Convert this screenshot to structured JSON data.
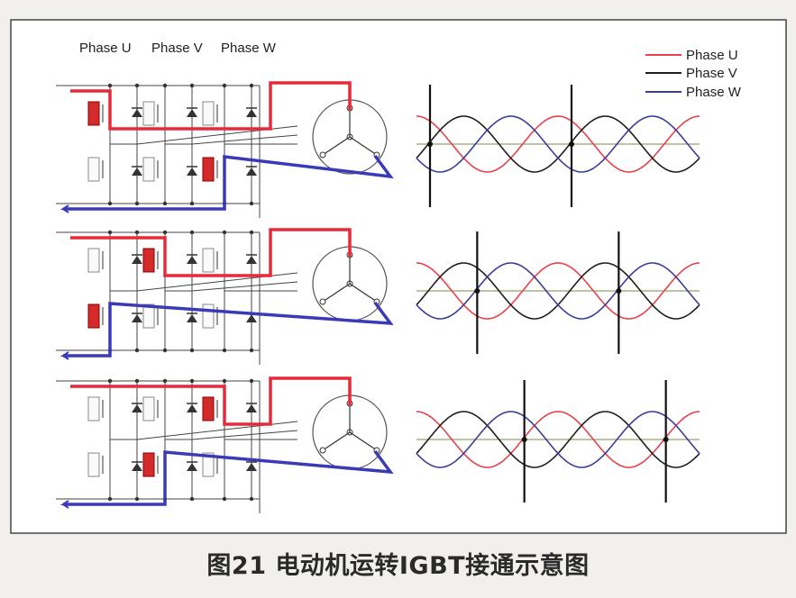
{
  "phase_labels": [
    "Phase U",
    "Phase V",
    "Phase W"
  ],
  "legend": [
    {
      "name": "Phase U",
      "color": "#e8414a"
    },
    {
      "name": "Phase V",
      "color": "#1e1e1e"
    },
    {
      "name": "Phase W",
      "color": "#3c3c9a"
    }
  ],
  "highlight_colors": {
    "positive": "#e8293a",
    "negative": "#3a3ab8",
    "active_igbt": "#d42a2a"
  },
  "panels": [
    {
      "active_igbts": [
        "U-high",
        "W-low"
      ],
      "marker_phases": [
        0.0,
        0.5
      ]
    },
    {
      "active_igbts": [
        "V-high",
        "U-low"
      ],
      "marker_phases": [
        0.1667,
        0.6667
      ]
    },
    {
      "active_igbts": [
        "W-high",
        "V-low"
      ],
      "marker_phases": [
        0.3333,
        0.8333
      ]
    }
  ],
  "caption": "图21 电动机运转IGBT接通示意图"
}
